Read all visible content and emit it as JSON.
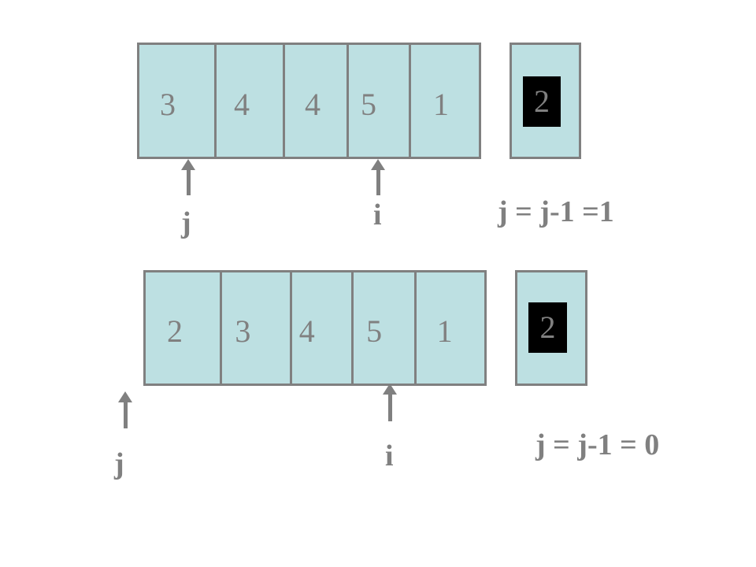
{
  "colors": {
    "cell_fill": "#bde0e2",
    "border": "#808080",
    "text": "#808080",
    "key_highlight": "#000000"
  },
  "rows": [
    {
      "cells": [
        "3",
        "4",
        "4",
        "5",
        "1"
      ],
      "key": "2",
      "pointer_j": "j",
      "pointer_i": "i",
      "step": "j = j-1 =1"
    },
    {
      "cells": [
        "2",
        "3",
        "4",
        "5",
        "1"
      ],
      "key": "2",
      "pointer_j": "j",
      "pointer_i": "i",
      "step": "j = j-1 = 0"
    }
  ]
}
